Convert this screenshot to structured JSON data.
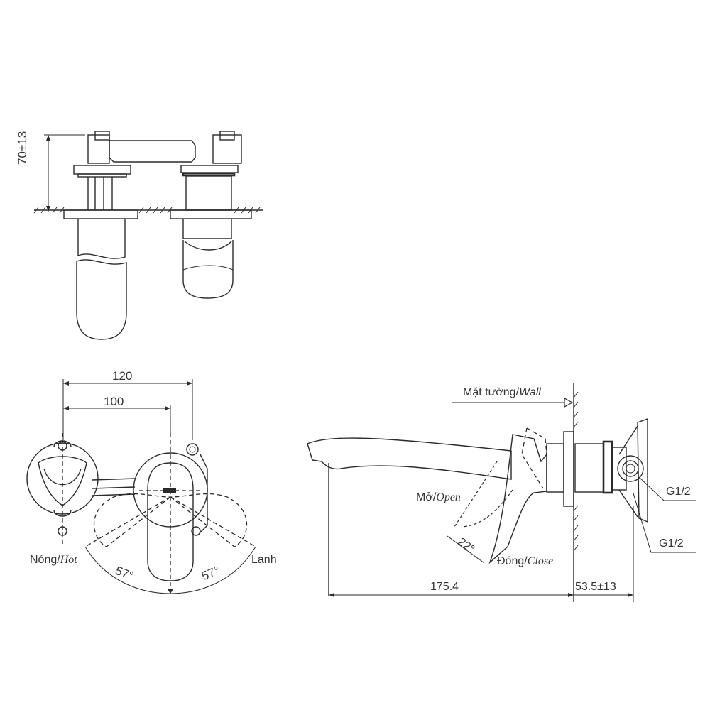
{
  "side_view": {
    "height_dim": "70±13"
  },
  "front_view": {
    "dim_outer": "120",
    "dim_inner": "100",
    "hot_label_vi": "Nóng/",
    "hot_label_en": "Hot",
    "cold_label_vi": "Lạnh",
    "angle_left": "57°",
    "angle_right": "57°"
  },
  "profile_view": {
    "wall_label_vi": "Mặt tường/",
    "wall_label_en": "Wall",
    "open_label_vi": "Mở/",
    "open_label_en": "Open",
    "close_label_vi": "Đóng/",
    "close_label_en": "Close",
    "lever_angle": "22°",
    "thread_1": "G1/2",
    "thread_2": "G1/2",
    "dim_spout": "175.4",
    "dim_depth": "53.5±13"
  },
  "colors": {
    "line": "#2a2a2a",
    "text": "#333333",
    "background": "#ffffff"
  }
}
